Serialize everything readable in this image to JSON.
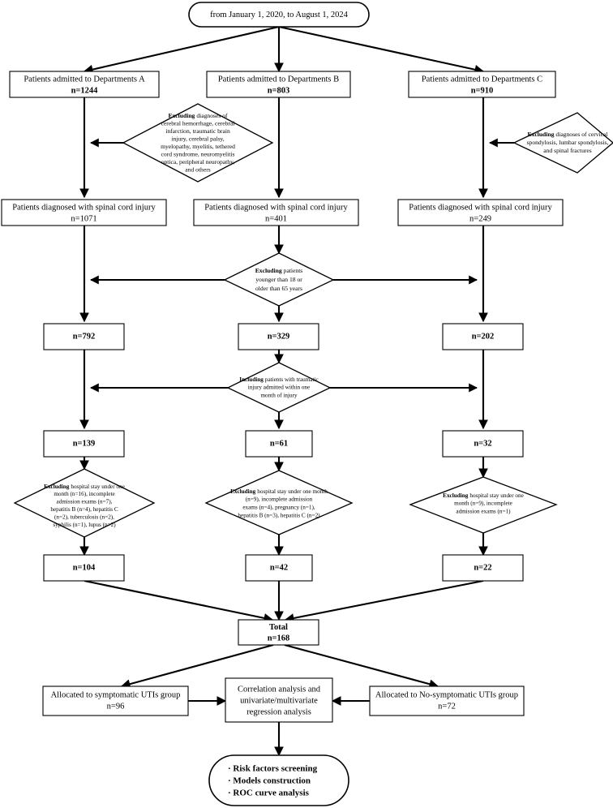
{
  "diagram": {
    "title": "Patient selection flowchart for spinal cord injury UTI study",
    "type": "flowchart",
    "colors": {
      "stroke": "#000000",
      "fill": "#ffffff",
      "text": "#000000"
    }
  },
  "start": {
    "label": "from January 1, 2020, to August 1, 2024"
  },
  "admitted": [
    {
      "line1": "Patients admitted to Departments A",
      "line2": "n=1244"
    },
    {
      "line1": "Patients admitted to Departments B",
      "line2": "n=803"
    },
    {
      "line1": "Patients admitted to Departments C",
      "line2": "n=910"
    }
  ],
  "exclusion_diagnoses_left": {
    "bold": "Excluding",
    "lines": [
      "diagnoses of",
      "cerebral hemorrhage, cerebral",
      "infarction, traumatic brain",
      "injury, cerebral palsy,",
      "myelopathy, myelitis, tethered",
      "cord syndrome, neuromyelitis",
      "optica, peripheral neuropathy,",
      "and others"
    ]
  },
  "exclusion_diagnoses_right": {
    "bold": "Excluding",
    "lines": [
      "diagnoses of cervical",
      "spondylosis, lumbar spondylosis,",
      "and spinal fractures"
    ]
  },
  "diagnosed": [
    {
      "line1": "Patients diagnosed with spinal cord injury",
      "line2": "n=1071"
    },
    {
      "line1": "Patients diagnosed with spinal cord injury",
      "line2": "n=401"
    },
    {
      "line1": "Patients diagnosed with spinal cord injury",
      "line2": "n=249"
    }
  ],
  "exclusion_age": {
    "bold": "Excluding",
    "lines": [
      "patients",
      "younger than 18 or",
      "older than 65 years"
    ]
  },
  "after_age": [
    {
      "label": "n=792"
    },
    {
      "label": "n=329"
    },
    {
      "label": "n=202"
    }
  ],
  "inclusion_trauma": {
    "bold": "Including",
    "lines": [
      "patients with traumatic",
      "injury admitted within one",
      "month of injury"
    ]
  },
  "after_trauma": [
    {
      "label": "n=139"
    },
    {
      "label": "n=61"
    },
    {
      "label": "n=32"
    }
  ],
  "exclusion_final": [
    {
      "bold": "Excluding",
      "lines": [
        "hospital stay under one",
        "month (n=16), incomplete",
        "admission exams (n=7),",
        "hepatitis B (n=4), hepatitis C",
        "(n=2), tuberculosis (n=2),",
        "syphilis (n=1), lupus (n=2)"
      ]
    },
    {
      "bold": "Excluding",
      "lines": [
        "hospital stay under one month",
        "(n=9), incomplete admission",
        "exams (n=4), pregnancy (n=1),",
        "hepatitis B (n=3), hepatitis C (n=2)"
      ]
    },
    {
      "bold": "Excluding",
      "lines": [
        "hospital stay under one",
        "month (n=9), incomplete",
        "admission exams (n=1)"
      ]
    }
  ],
  "final_counts": [
    {
      "label": "n=104"
    },
    {
      "label": "n=42"
    },
    {
      "label": "n=22"
    }
  ],
  "total": {
    "line1": "Total",
    "line2": "n=168"
  },
  "groups": {
    "left": {
      "line1": "Allocated to symptomatic UTIs group",
      "line2": "n=96"
    },
    "right": {
      "line1": "Allocated to No-symptomatic UTIs group",
      "line2": "n=72"
    },
    "center": {
      "lines": [
        "Correlation analysis and",
        "univariate/multivariate",
        "regression analysis"
      ]
    }
  },
  "outcome": {
    "lines": [
      "· Risk factors screening",
      "· Models construction",
      "· ROC curve analysis"
    ]
  }
}
